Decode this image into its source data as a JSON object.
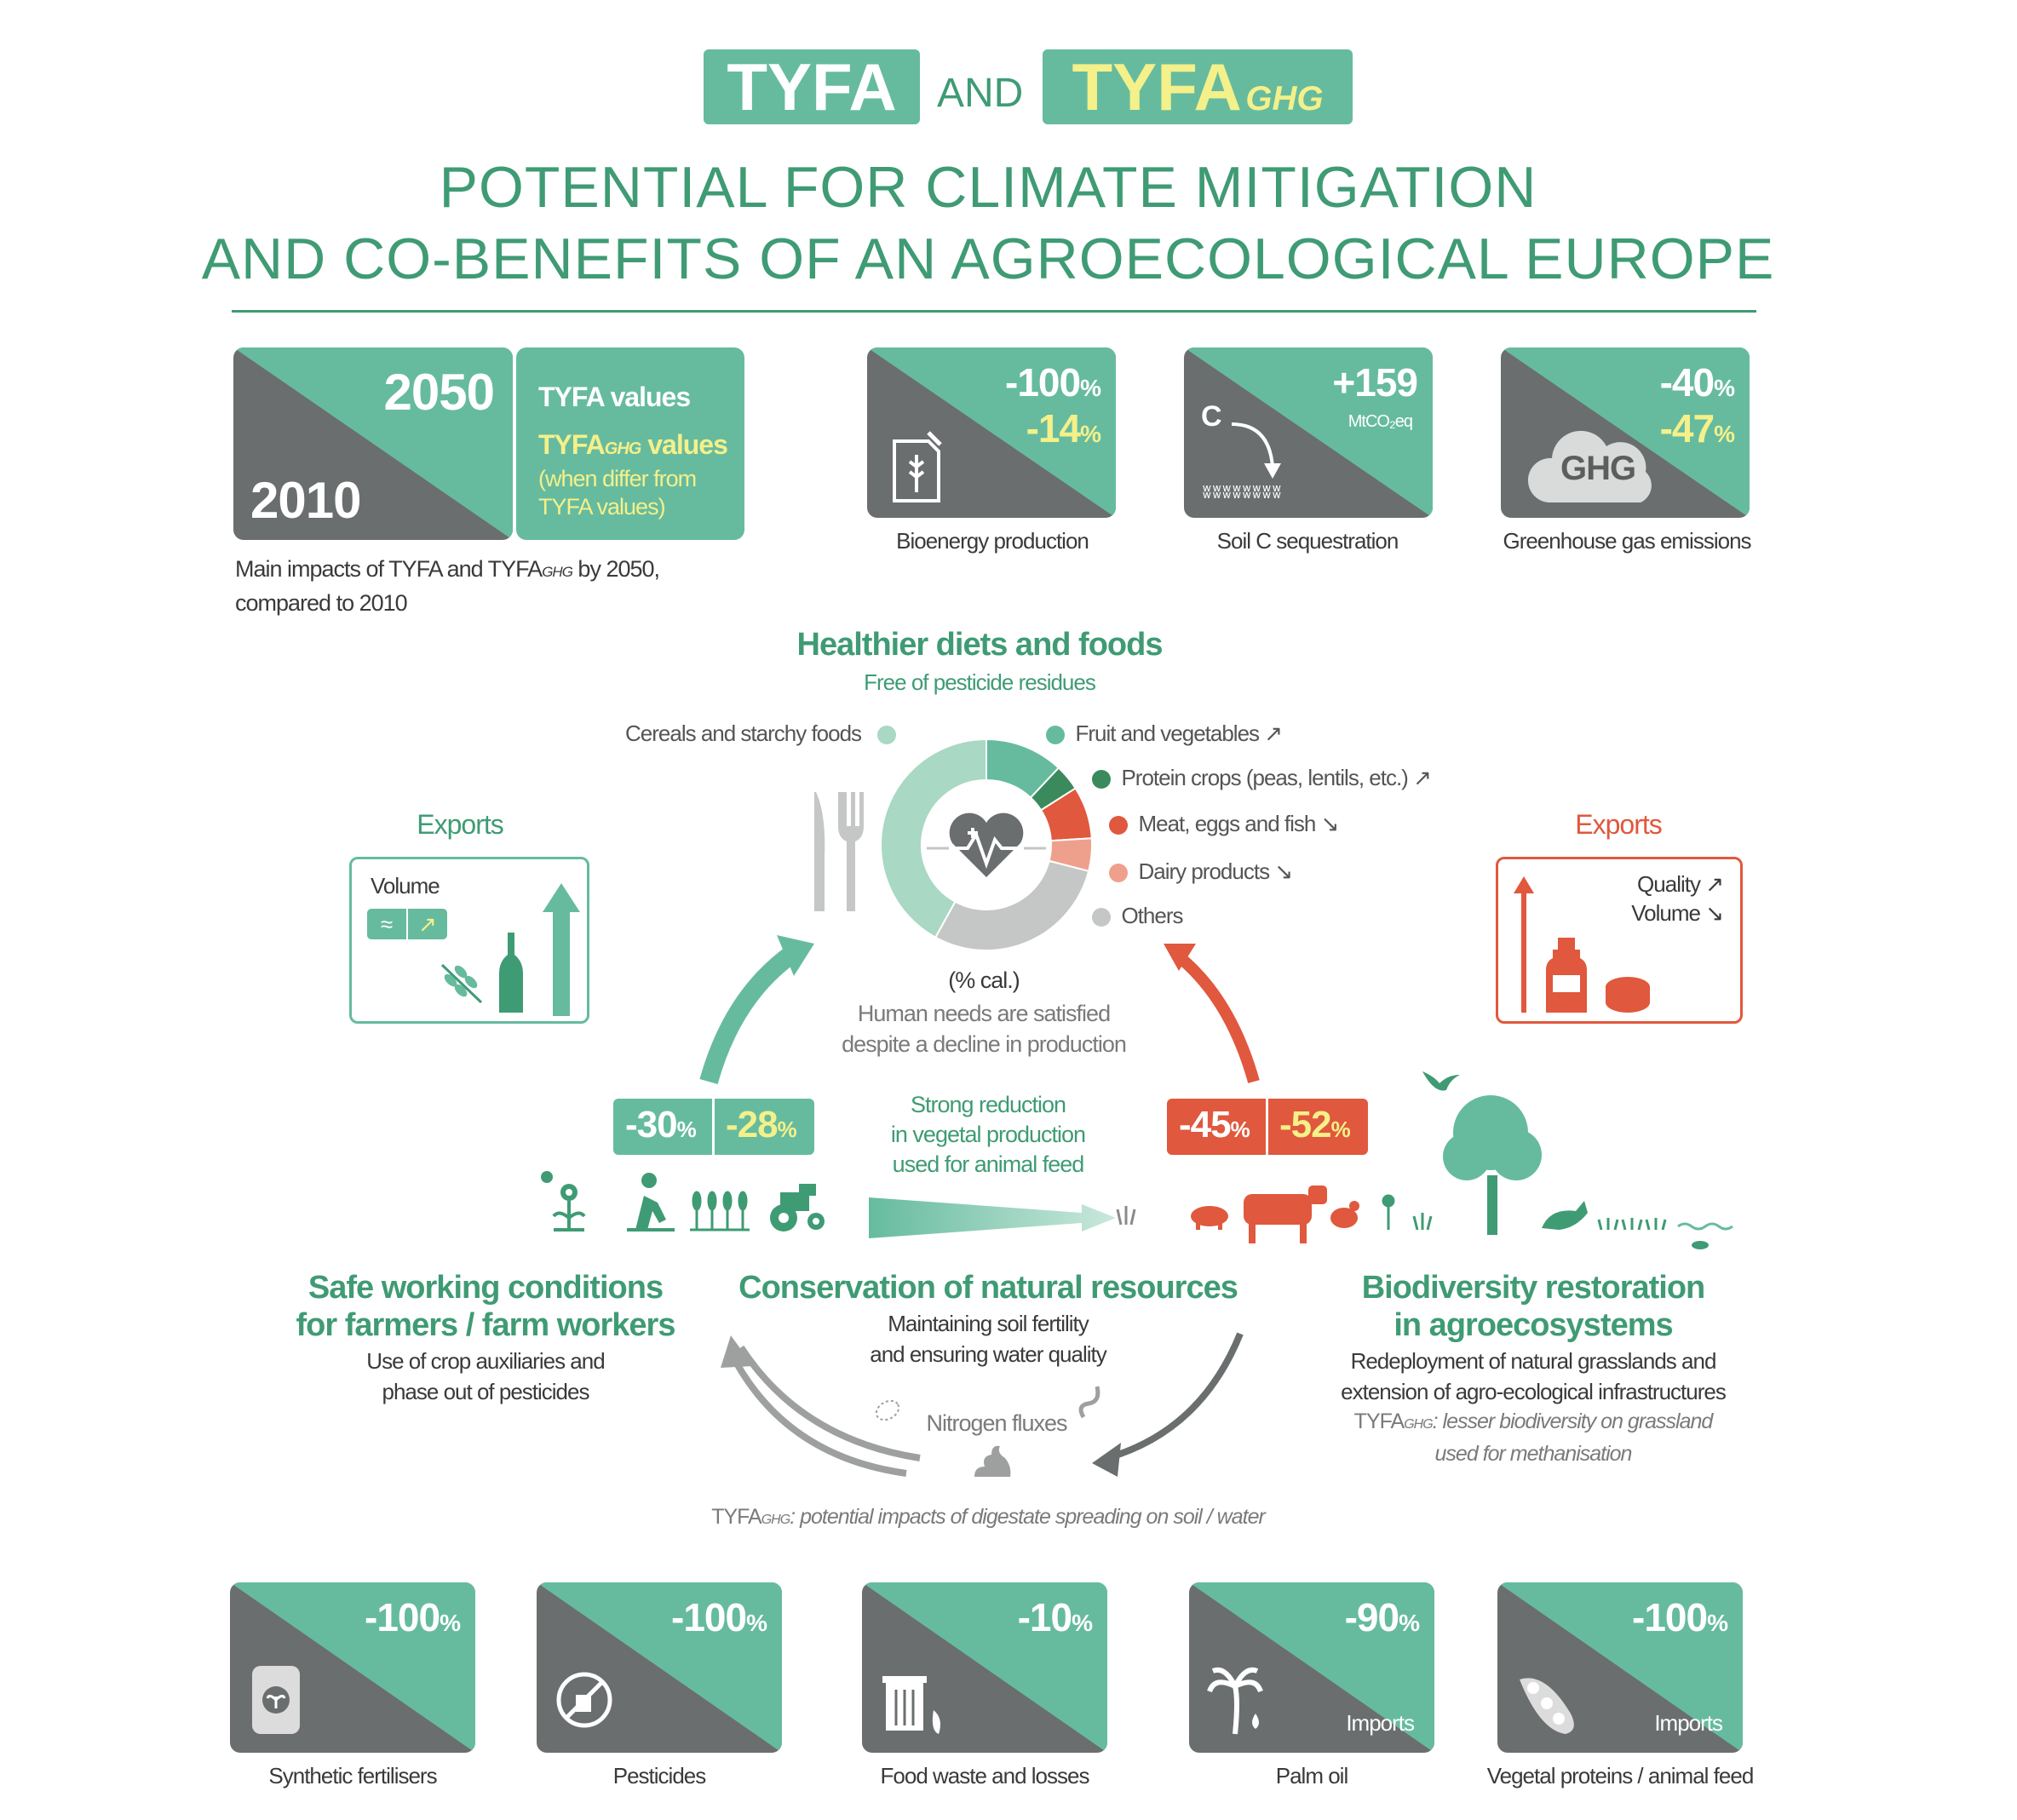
{
  "header": {
    "tag1": "TYFA",
    "and": "AND",
    "tag2": "TYFA",
    "tag2_sub": "GHG",
    "title_line1": "POTENTIAL FOR CLIMATE MITIGATION",
    "title_line2": "AND CO-BENEFITS OF AN AGROECOLOGICAL EUROPE"
  },
  "legend_card": {
    "year_top": "2050",
    "year_bottom": "2010",
    "tyfa_values": "TYFA values",
    "tyfaghg_values": "TYFA",
    "tyfaghg_sub": "GHG",
    "tyfaghg_rest": " values",
    "note": "(when differ from TYFA values)",
    "caption_line1": "Main impacts of TYFA and TYFA",
    "caption_ghg": "GHG",
    "caption_line1_end": " by 2050,",
    "caption_line2": "compared to 2010"
  },
  "top_cards": [
    {
      "v1": "-100",
      "v2": "-14",
      "caption": "Bioenergy production"
    },
    {
      "v1": "+159",
      "unit": "MtCO₂eq",
      "c_label": "C",
      "caption": "Soil C sequestration"
    },
    {
      "v1": "-40",
      "v2": "-47",
      "cloud": "GHG",
      "caption": "Greenhouse gas emissions"
    }
  ],
  "pct": "%",
  "diet": {
    "title": "Healthier diets and foods",
    "subtitle": "Free of pesticide residues",
    "legend": [
      {
        "label": "Cereals and starchy foods",
        "color": "#a9d8c4",
        "arrow": ""
      },
      {
        "label": "Fruit and vegetables",
        "color": "#66bb9f",
        "arrow": "↗"
      },
      {
        "label": "Protein crops (peas, lentils, etc.)",
        "color": "#3a8a5e",
        "arrow": "↗"
      },
      {
        "label": "Meat, eggs and fish",
        "color": "#e0583d",
        "arrow": "↘"
      },
      {
        "label": "Dairy products",
        "color": "#efa08d",
        "arrow": "↘"
      },
      {
        "label": "Others",
        "color": "#c5c6c6",
        "arrow": ""
      }
    ],
    "unit": "(% cal.)",
    "note_line1": "Human needs are satisfied",
    "note_line2": "despite a decline in production"
  },
  "exports_left": {
    "title": "Exports",
    "label": "Volume",
    "approx": "≈",
    "arrow": "↗"
  },
  "exports_right": {
    "title": "Exports",
    "quality": "Quality",
    "quality_arrow": "↗",
    "volume": "Volume",
    "volume_arrow": "↘"
  },
  "vegetal_change": {
    "v1": "-30",
    "v2": "-28"
  },
  "animal_change": {
    "v1": "-45",
    "v2": "-52"
  },
  "feed_note": {
    "l1": "Strong reduction",
    "l2": "in vegetal production",
    "l3": "used for animal feed"
  },
  "sections": {
    "safe": {
      "t1": "Safe working conditions",
      "t2": "for farmers / farm workers",
      "s1": "Use of crop auxiliaries and",
      "s2": "phase out of pesticides"
    },
    "conservation": {
      "t1": "Conservation of natural resources",
      "s1": "Maintaining soil fertility",
      "s2": "and ensuring water quality"
    },
    "biodiversity": {
      "t1": "Biodiversity restoration",
      "t2": "in agroecosystems",
      "s1": "Redeployment of natural grasslands and",
      "s2": "extension of agro-ecological infrastructures",
      "n_prefix": "TYFA",
      "n_ghg": "GHG",
      "n1": ": lesser biodiversity on grassland",
      "n2": "used for methanisation"
    }
  },
  "nitrogen": "Nitrogen fluxes",
  "digestate": {
    "prefix": "TYFA",
    "ghg": "GHG",
    "text": ": potential impacts of digestate spreading on soil / water"
  },
  "bottom_cards": [
    {
      "v": "-100",
      "caption": "Synthetic fertilisers",
      "sub": ""
    },
    {
      "v": "-100",
      "caption": "Pesticides",
      "sub": ""
    },
    {
      "v": "-10",
      "caption": "Food waste and losses",
      "sub": ""
    },
    {
      "v": "-90",
      "caption": "Palm oil",
      "sub": "Imports"
    },
    {
      "v": "-100",
      "caption": "Vegetal proteins / animal feed",
      "sub": "Imports"
    }
  ],
  "colors": {
    "green": "#66bb9f",
    "darkgreen": "#3f9b74",
    "grey": "#6b6e6e",
    "orange": "#e0583d",
    "yellow": "#f4f08a"
  }
}
